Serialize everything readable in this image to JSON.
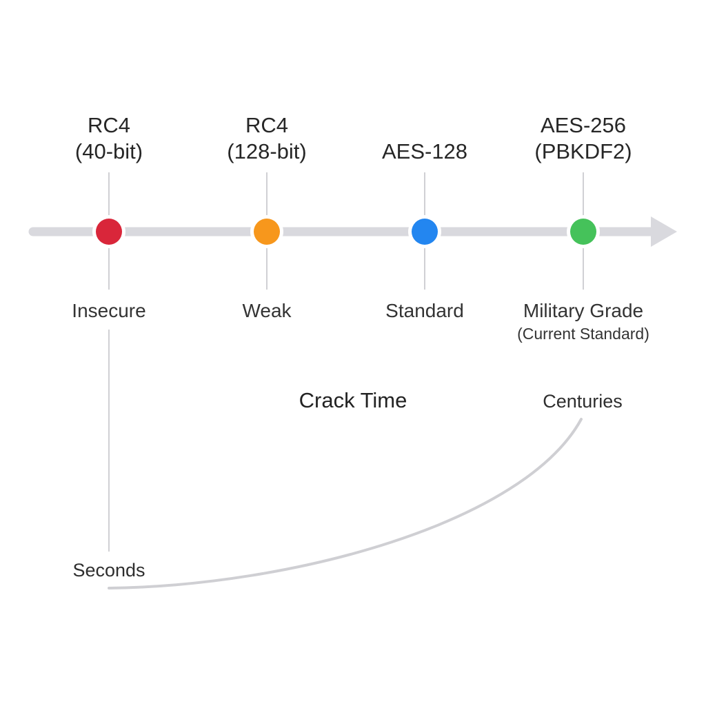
{
  "stages": [
    {
      "algo_line1": "RC4",
      "algo_line2": "(40-bit)",
      "level": "Insecure",
      "level_note": "",
      "color": "#d9263a"
    },
    {
      "algo_line1": "RC4",
      "algo_line2": "(128-bit)",
      "level": "Weak",
      "level_note": "",
      "color": "#f7971c"
    },
    {
      "algo_line1": "",
      "algo_line2": "AES-128",
      "level": "Standard",
      "level_note": "",
      "color": "#2386f0"
    },
    {
      "algo_line1": "AES-256",
      "algo_line2": "(PBKDF2)",
      "level": "Military Grade",
      "level_note": "(Current Standard)",
      "color": "#45c25a"
    }
  ],
  "crack_time": {
    "title": "Crack Time",
    "low_label": "Seconds",
    "high_label": "Centuries"
  },
  "colors": {
    "axis": "#d9d9de",
    "connector": "#d0d0d4",
    "curve": "#cfcfd3"
  }
}
